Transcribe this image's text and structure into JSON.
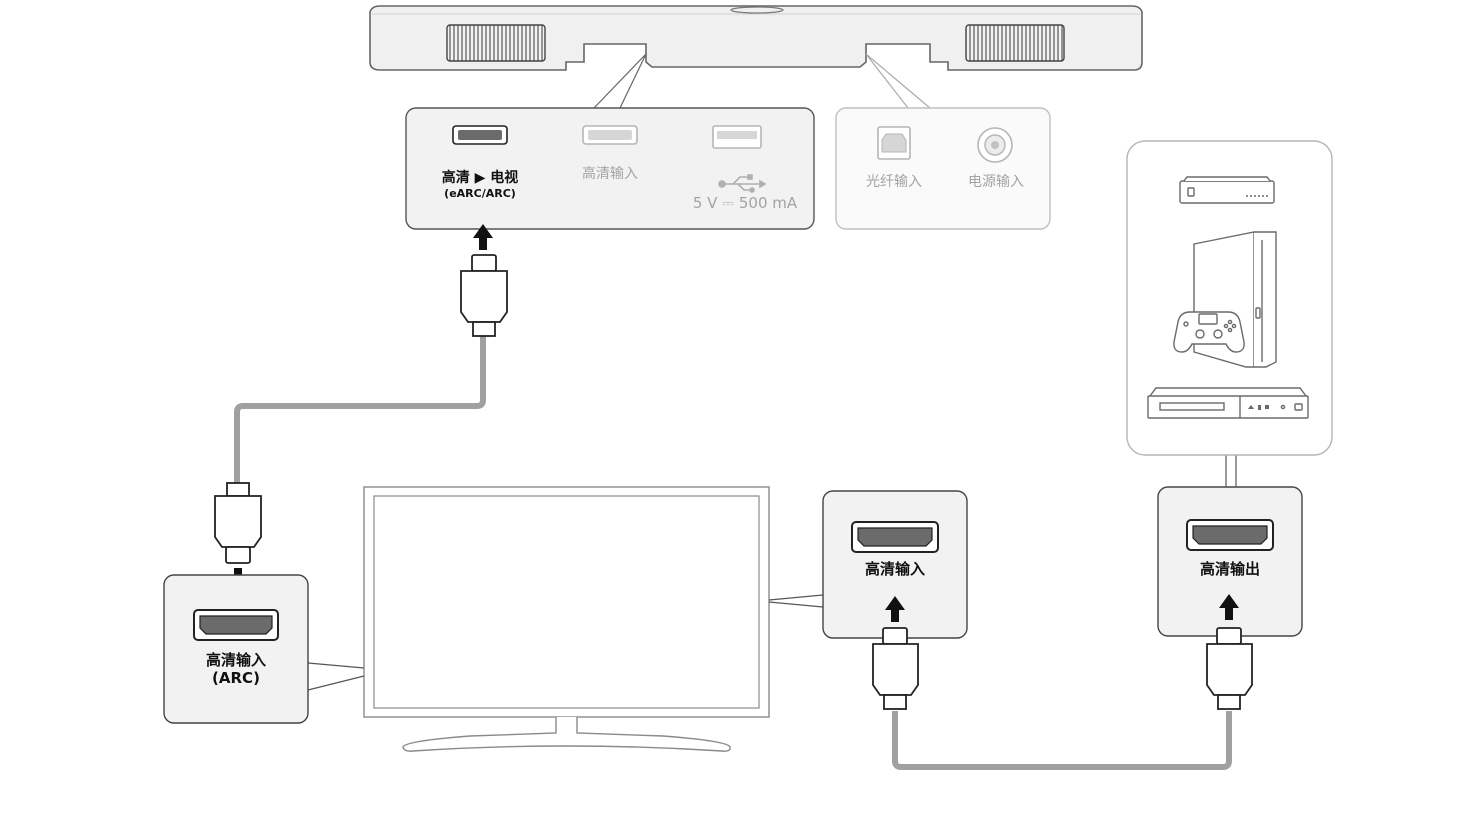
{
  "soundbar_panel": {
    "hdmi_tv_label": "高清 ▶ 电视",
    "hdmi_tv_sub": "(eARC/ARC)",
    "hdmi_in_label": "高清输入",
    "usb_spec": "5 V ⎓ 500 mA",
    "optical_label": "光纤输入",
    "power_label": "电源输入"
  },
  "tv_arc_port": {
    "line1": "高清输入",
    "line2": "(ARC)"
  },
  "tv_hdmi_in_port": {
    "label": "高清输入"
  },
  "device_hdmi_out_port": {
    "label": "高清输出"
  },
  "devices": [
    "set-top-box",
    "game-console",
    "blu-ray-player"
  ],
  "colors": {
    "cable": "#a0a0a0",
    "outline": "#4a4a4a",
    "panel_bg": "#f2f2f2",
    "disabled": "#b5b5b5"
  }
}
